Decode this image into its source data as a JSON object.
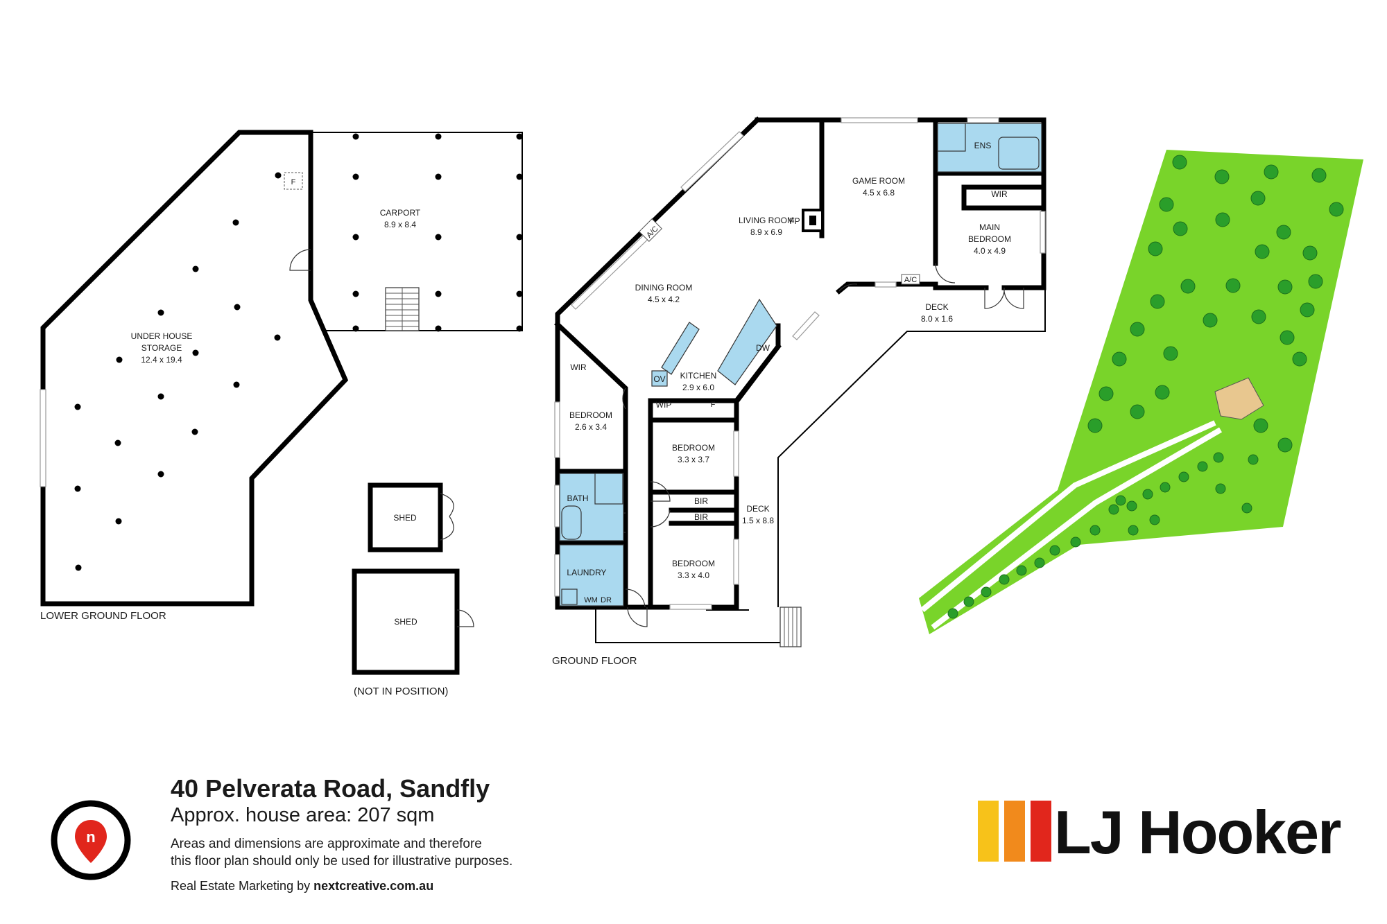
{
  "lower_ground": {
    "floor_label": "LOWER GROUND FLOOR",
    "storage_name": "UNDER HOUSE",
    "storage_name2": "STORAGE",
    "storage_dims": "12.4 x 19.4",
    "carport_name": "CARPORT",
    "carport_dims": "8.9 x 8.4",
    "fridge_tag": "F",
    "shed1": "SHED",
    "shed2": "SHED",
    "not_in_position": "(NOT IN POSITION)"
  },
  "ground": {
    "floor_label": "GROUND FLOOR",
    "living_name": "LIVING ROOM",
    "living_dims": "8.9 x 6.9",
    "game_name": "GAME ROOM",
    "game_dims": "4.5 x 6.8",
    "dining_name": "DINING ROOM",
    "dining_dims": "4.5 x 4.2",
    "kitchen_name": "KITCHEN",
    "kitchen_dims": "2.9 x 6.0",
    "main_bed_name": "MAIN",
    "main_bed_name2": "BEDROOM",
    "main_bed_dims": "4.0 x 4.9",
    "ens": "ENS",
    "wir": "WIR",
    "wir2": "WIR",
    "deck1_name": "DECK",
    "deck1_dims": "8.0 x 1.6",
    "deck2_name": "DECK",
    "deck2_dims": "1.5 x 8.8",
    "bed_small_name": "BEDROOM",
    "bed_small_dims": "2.6 x 3.4",
    "bed2_name": "BEDROOM",
    "bed2_dims": "3.3 x 3.7",
    "bed3_name": "BEDROOM",
    "bed3_dims": "3.3 x 4.0",
    "bir1": "BIR",
    "bir2": "BIR",
    "bath": "BATH",
    "laundry": "LAUNDRY",
    "ac1": "A/C",
    "ac2": "A/C",
    "fp": "FP",
    "ov": "OV",
    "dw": "DW",
    "wip": "WIP",
    "f": "F",
    "wm": "WM",
    "dr": "DR"
  },
  "footer": {
    "address": "40 Pelverata Road, Sandfly",
    "area": "Approx. house area: 207 sqm",
    "disclaimer_line1": "Areas and dimensions are approximate and therefore",
    "disclaimer_line2": "this floor plan should only be used for illustrative purposes.",
    "marketing_prefix": "Real Estate Marketing by ",
    "marketing_site": "nextcreative.com.au",
    "brand": "LJ Hooker"
  },
  "colors": {
    "lawn": "#79d42a",
    "tree": "#2a9e2a",
    "wet_area": "#aad9ef",
    "brand_red": "#e1261c",
    "brand_orange": "#f18a1c",
    "brand_yellow": "#f7c21a",
    "marker_red": "#e1261c"
  }
}
